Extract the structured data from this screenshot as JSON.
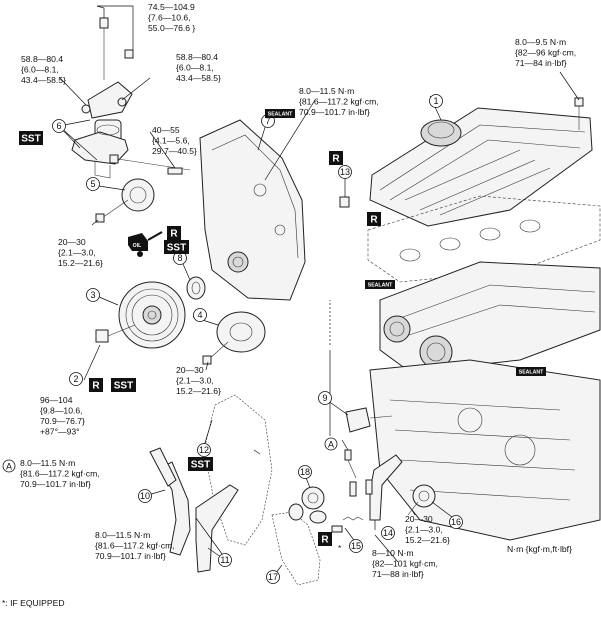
{
  "callouts": [
    "1",
    "2",
    "3",
    "4",
    "5",
    "6",
    "7",
    "8",
    "9",
    "10",
    "11",
    "12",
    "13",
    "14",
    "15",
    "16",
    "17",
    "18"
  ],
  "badges": {
    "sst": "SST",
    "r": "R",
    "sealant": "SEALANT",
    "oil": "OIL"
  },
  "letter_a": "A",
  "asterisk": "*",
  "torques": {
    "t1": [
      "74.5—104.9",
      "{7.6—10.6,",
      "55.0—76.6 }"
    ],
    "t2": [
      "58.8—80.4",
      "{6.0—8.1,",
      "43.4—58.5}"
    ],
    "t3": [
      "58.8—80.4",
      "{6.0—8.1,",
      "43.4—58.5}"
    ],
    "t4": [
      "40—55",
      "{4.1—5.6,",
      "29.7—40.5}"
    ],
    "t5": [
      "8.0—11.5 N·m",
      "{81.6—117.2 kgf·cm,",
      "70.9—101.7 in·lbf}"
    ],
    "t6": [
      "8.0—9.5 N·m",
      "{82—96 kgf·cm,",
      "71—84 in·lbf}"
    ],
    "t7": [
      "20—30",
      "{2.1—3.0,",
      "15.2—21.6}"
    ],
    "t8": [
      "20—30",
      "{2.1—3.0,",
      "15.2—21.6}"
    ],
    "t9": [
      "96—104",
      "{9.8—10.6,",
      "70.9—76.7}",
      "+87°—93°"
    ],
    "t10": [
      "8.0—11.5 N·m",
      "{81.6—117.2 kgf·cm,",
      "70.9—101.7 in·lbf}"
    ],
    "t11": [
      "8.0—11.5 N·m",
      "{81.6—117.2 kgf·cm,",
      "70.9—101.7 in·lbf}"
    ],
    "t12": [
      "20—30",
      "{2.1—3.0,",
      "15.2—21.6}"
    ],
    "t13": [
      "8—10 N·m",
      "{82—101 kgf·cm,",
      "71—88 in·lbf}"
    ]
  },
  "unit_note": "N·m {kgf·m,ft·lbf}",
  "footnote": "*: IF EQUIPPED"
}
